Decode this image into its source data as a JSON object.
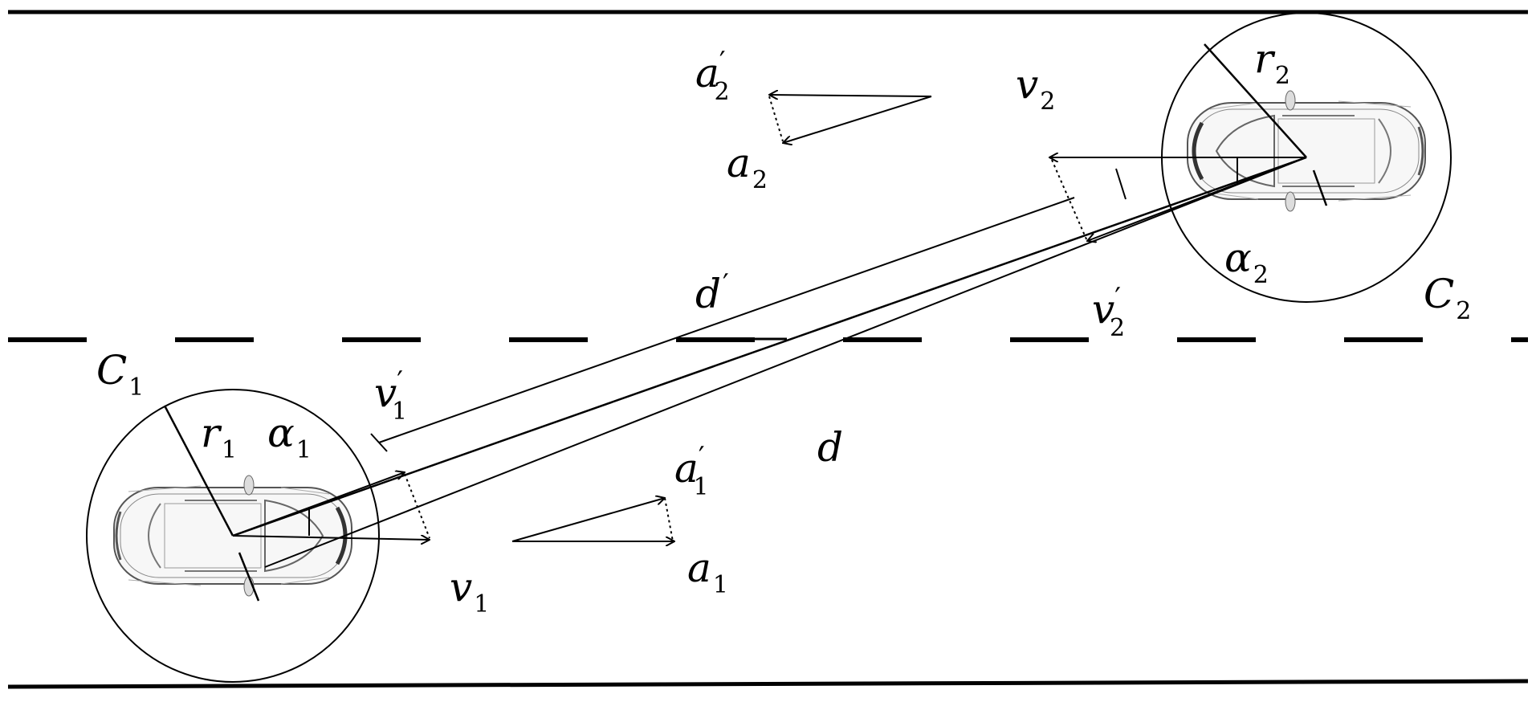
{
  "labels": {
    "C1": {
      "base": "C",
      "sub": "1"
    },
    "C2": {
      "base": "C",
      "sub": "2"
    },
    "r1": {
      "base": "r",
      "sub": "1"
    },
    "r2": {
      "base": "r",
      "sub": "2"
    },
    "alpha1": {
      "base": "α",
      "sub": "1"
    },
    "alpha2": {
      "base": "α",
      "sub": "2"
    },
    "v1": {
      "base": "v",
      "sub": "1"
    },
    "v2": {
      "base": "v",
      "sub": "2"
    },
    "v1p": {
      "base": "v",
      "sub": "1",
      "prime": "′"
    },
    "v2p": {
      "base": "v",
      "sub": "2",
      "prime": "′"
    },
    "a1": {
      "base": "a",
      "sub": "1"
    },
    "a2": {
      "base": "a",
      "sub": "2"
    },
    "a1p": {
      "base": "a",
      "sub": "1",
      "prime": "′"
    },
    "a2p": {
      "base": "a",
      "sub": "2",
      "prime": "′"
    },
    "d": {
      "base": "d"
    },
    "dp": {
      "base": "d",
      "prime": "′"
    }
  },
  "icons": [
    "car-1-icon",
    "car-2-icon"
  ],
  "colors": {
    "ink": "#000000",
    "background": "#ffffff",
    "car_body": "#f7f7f7",
    "car_line": "#555555"
  }
}
